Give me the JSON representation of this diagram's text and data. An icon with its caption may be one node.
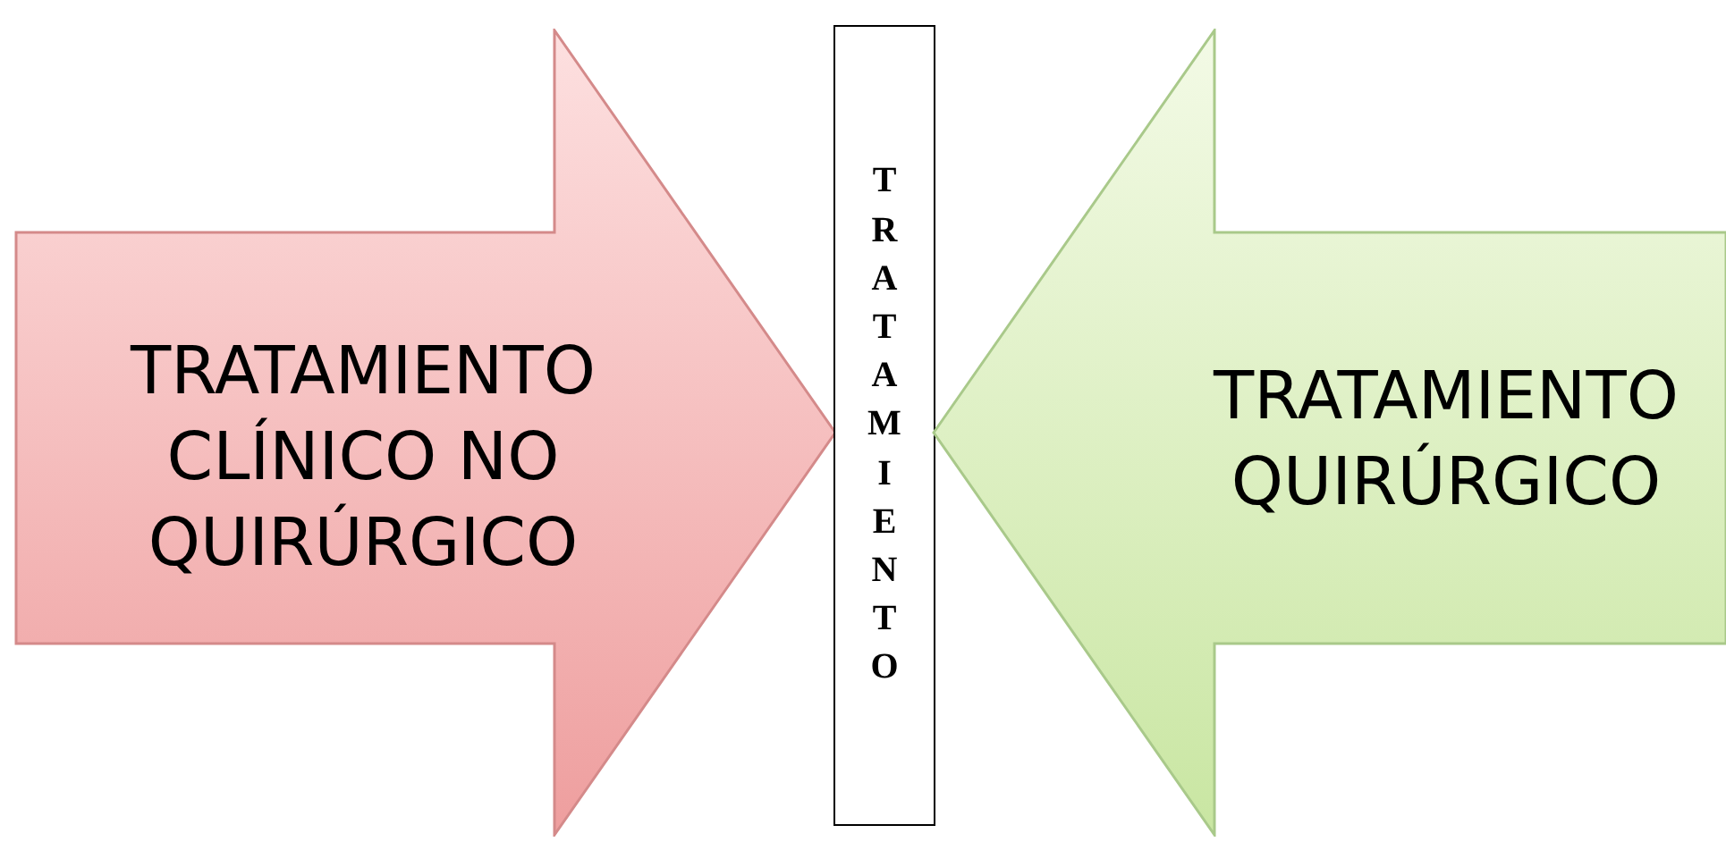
{
  "diagram": {
    "nodes": [
      {
        "text": [
          "TRATAMIENTO CLÍNICO NO QUIRÚRGICO"
        ]
      },
      {
        "text": [
          "TRATAMIENTO"
        ]
      },
      {
        "text": [
          "TRATAMIENTO QUIRÚRGICO"
        ]
      }
    ]
  }
}
